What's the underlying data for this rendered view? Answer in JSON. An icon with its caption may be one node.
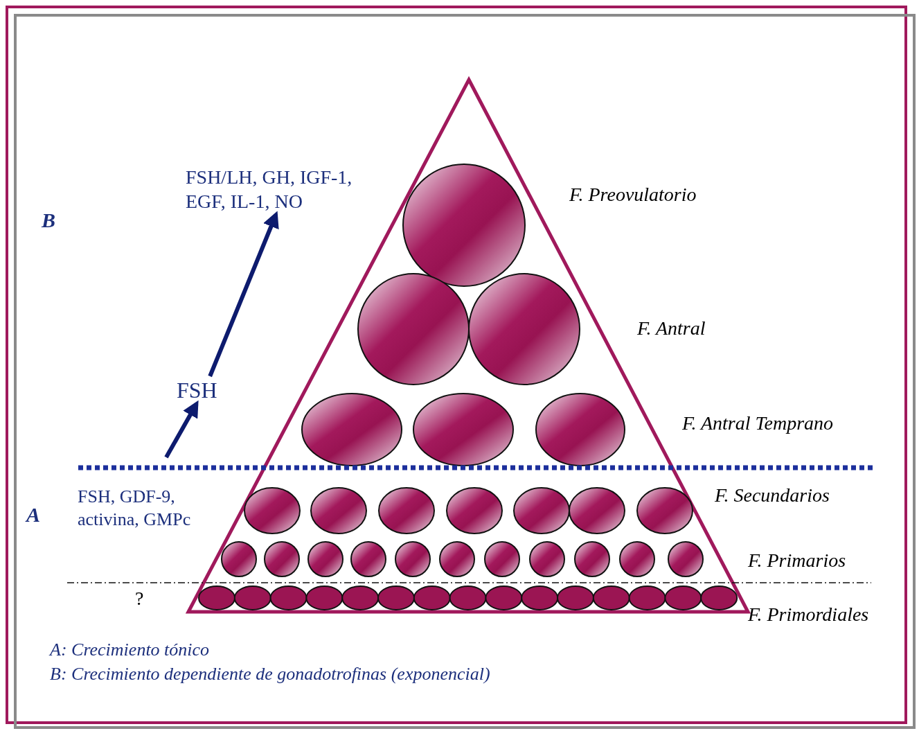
{
  "diagram": {
    "nodes": [
      {
        "text": [
          "FSH/LH, GH, IGF-1, EGF, IL-1, NO"
        ]
      },
      {
        "text": [
          "FSH"
        ]
      }
    ],
    "edges": [
      {
        "from": null,
        "to": 1,
        "arrow": "to"
      },
      {
        "from": 1,
        "to": 0,
        "arrow": "to"
      }
    ],
    "labels": [
      "F. Preovulatorio",
      "B",
      "F. Antral",
      "F. Antral Temprano",
      "F. Secundarios",
      "A",
      "FSH, GDF-9, activina, GMPc",
      "F. Primarios",
      "?",
      "F. Primordiales",
      "A: Crecimiento tónico",
      "B: Crecimiento dependiente de gonadotrofinas  (exponencial)"
    ]
  }
}
